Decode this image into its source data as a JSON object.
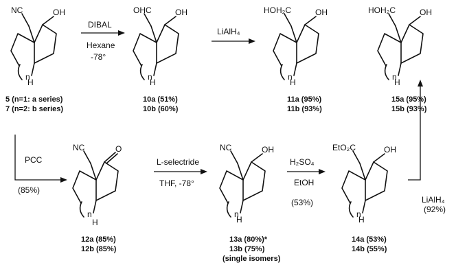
{
  "scheme": {
    "compounds": [
      {
        "id": "start",
        "substituent": "NC",
        "ring_atom": "OH",
        "n_label": "n",
        "h_label": "H",
        "captions": [
          "5 (n=1: a series)",
          "7 (n=2: b series)"
        ]
      },
      {
        "id": "aldehyde",
        "substituent": "OHC",
        "ring_atom": "OH",
        "n_label": "n",
        "h_label": "H",
        "captions": [
          "10a (51%)",
          "10b (60%)"
        ]
      },
      {
        "id": "diol-11",
        "substituent": "HOH₂C",
        "ring_atom": "OH",
        "n_label": "n",
        "h_label": "H",
        "captions": [
          "11a (95%)",
          "11b (93%)"
        ]
      },
      {
        "id": "diol-15",
        "substituent": "HOH₂C",
        "ring_atom": "OH",
        "n_label": "n",
        "h_label": "H",
        "captions": [
          "15a (95%)",
          "15b (93%)"
        ]
      },
      {
        "id": "ketone",
        "substituent": "NC",
        "ring_atom": "O",
        "n_label": "n",
        "h_label": "H",
        "captions": [
          "12a (85%)",
          "12b (85%)"
        ]
      },
      {
        "id": "alcohol-13",
        "substituent": "NC",
        "ring_atom": "OH",
        "n_label": "n",
        "h_label": "H",
        "captions": [
          "13a (80%)*",
          "13b (75%)",
          "(single isomers)"
        ]
      },
      {
        "id": "ester",
        "substituent": "EtO₂C",
        "ring_atom": "OH",
        "n_label": "n",
        "h_label": "H",
        "captions": [
          "14a (53%)",
          "14b (55%)"
        ]
      }
    ],
    "steps": [
      {
        "id": "dibal",
        "lines": [
          "DIBAL",
          "Hexane",
          "-78°"
        ]
      },
      {
        "id": "lialh4-top",
        "lines": [
          "LiAlH₄"
        ]
      },
      {
        "id": "pcc",
        "lines": [
          "PCC",
          "(85%)"
        ]
      },
      {
        "id": "l-selectride",
        "lines": [
          "L-selectride",
          "THF, -78°"
        ]
      },
      {
        "id": "h2so4",
        "lines": [
          "H₂SO₄",
          "EtOH",
          "(53%)"
        ]
      },
      {
        "id": "lialh4-right",
        "lines": [
          "LiAlH₄",
          "(92%)"
        ]
      }
    ]
  }
}
